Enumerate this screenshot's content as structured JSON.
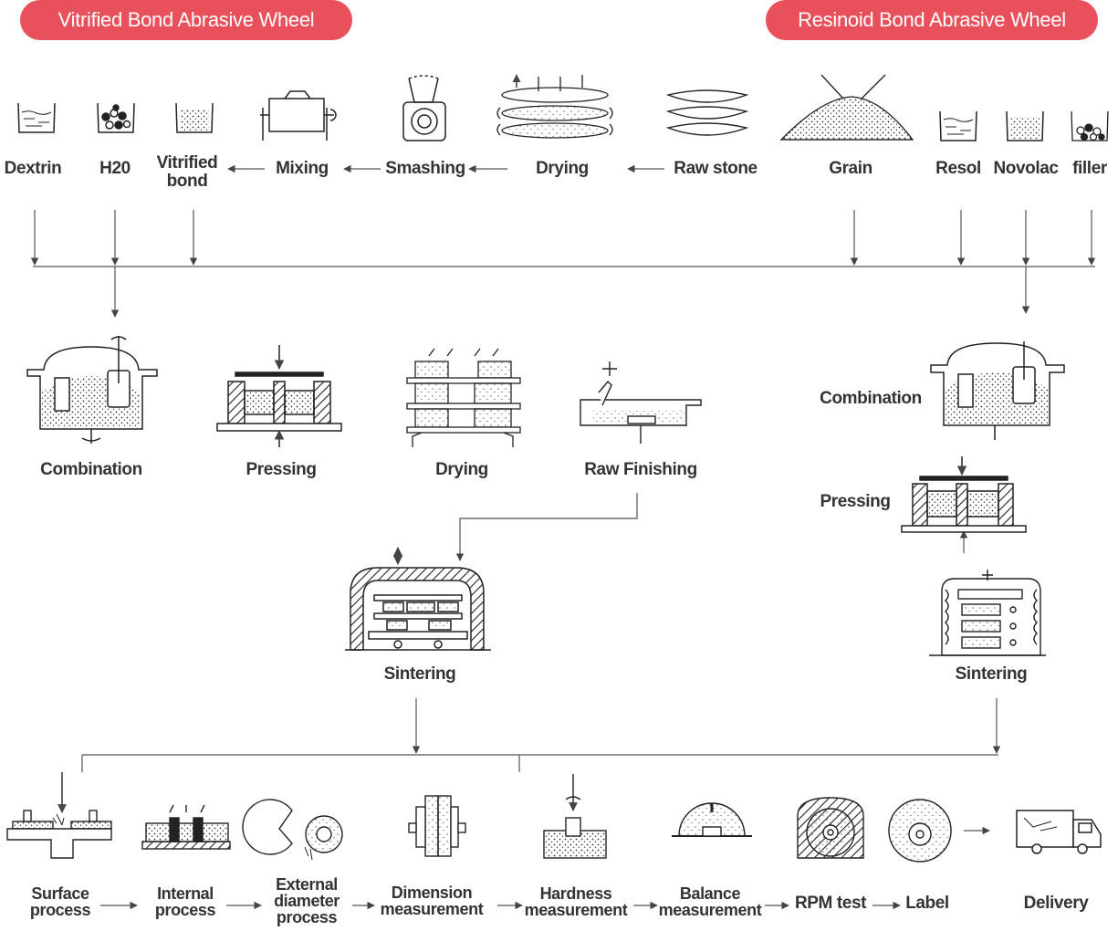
{
  "headers": {
    "vitrified": "Vitrified Bond Abrasive Wheel",
    "resinoid": "Resinoid Bond Abrasive Wheel"
  },
  "top_row": {
    "dextrin": "Dextrin",
    "h20": "H20",
    "vitrified_bond": [
      "Vitrified",
      "bond"
    ],
    "mixing": "Mixing",
    "smashing": "Smashing",
    "drying": "Drying",
    "raw_stone": "Raw stone",
    "grain": "Grain",
    "resol": "Resol",
    "novolac": "Novolac",
    "filler": "filler"
  },
  "vitrified_process": {
    "combination": "Combination",
    "pressing": "Pressing",
    "drying": "Drying",
    "raw_finishing": "Raw Finishing",
    "sintering": "Sintering"
  },
  "resinoid_process": {
    "combination": "Combination",
    "pressing": "Pressing",
    "sintering": "Sintering"
  },
  "finishing_steps": {
    "surface": [
      "Surface",
      "process"
    ],
    "internal": [
      "Internal",
      "process"
    ],
    "external": [
      "External",
      "diameter",
      "process"
    ],
    "dimension": [
      "Dimension",
      "measurement"
    ],
    "hardness": [
      "Hardness",
      "measurement"
    ],
    "balance": [
      "Balance",
      "measurement"
    ],
    "rpm": "RPM test",
    "label": "Label",
    "delivery": "Delivery"
  },
  "colors": {
    "header_bg": "#e8505b",
    "line": "#444444",
    "text": "#333333"
  }
}
